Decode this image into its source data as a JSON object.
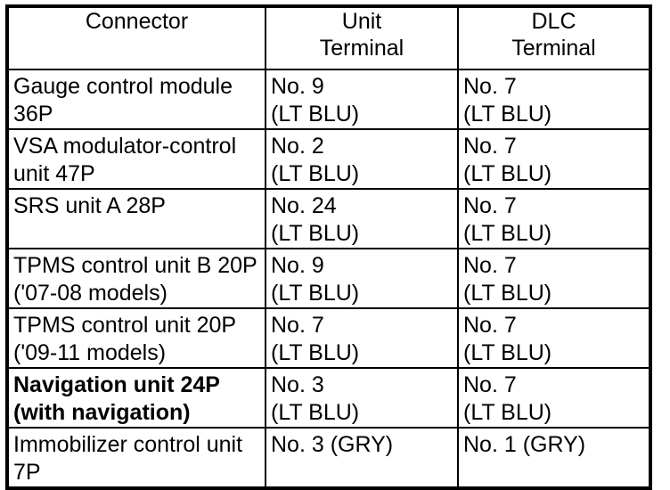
{
  "table": {
    "columns": [
      {
        "key": "connector",
        "label": "Connector",
        "label_lines": [
          "Connector"
        ]
      },
      {
        "key": "unit_terminal",
        "label": "Unit Terminal",
        "label_lines": [
          "Unit",
          "Terminal"
        ]
      },
      {
        "key": "dlc_terminal",
        "label": "DLC Terminal",
        "label_lines": [
          "DLC",
          "Terminal"
        ]
      }
    ],
    "rows": [
      {
        "bold": false,
        "connector_lines": [
          "Gauge control module",
          "36P"
        ],
        "unit_terminal_lines": [
          "No. 9",
          "(LT BLU)"
        ],
        "dlc_terminal_lines": [
          "No. 7",
          "(LT BLU)"
        ]
      },
      {
        "bold": false,
        "connector_lines": [
          "VSA modulator-control",
          "unit 47P"
        ],
        "unit_terminal_lines": [
          "No. 2",
          "(LT BLU)"
        ],
        "dlc_terminal_lines": [
          "No. 7",
          "(LT BLU)"
        ]
      },
      {
        "bold": false,
        "connector_lines": [
          "SRS unit A 28P",
          ""
        ],
        "unit_terminal_lines": [
          "No. 24",
          "(LT BLU)"
        ],
        "dlc_terminal_lines": [
          "No. 7",
          "(LT BLU)"
        ]
      },
      {
        "bold": false,
        "connector_lines": [
          "TPMS control unit B 20P",
          "('07-08 models)"
        ],
        "unit_terminal_lines": [
          "No. 9",
          "(LT BLU)"
        ],
        "dlc_terminal_lines": [
          "No. 7",
          "(LT BLU)"
        ]
      },
      {
        "bold": false,
        "connector_lines": [
          "TPMS control unit 20P",
          "('09-11 models)"
        ],
        "unit_terminal_lines": [
          "No. 7",
          "(LT BLU)"
        ],
        "dlc_terminal_lines": [
          "No. 7",
          "(LT BLU)"
        ]
      },
      {
        "bold": true,
        "connector_lines": [
          "Navigation unit 24P",
          "(with navigation)"
        ],
        "unit_terminal_lines": [
          "No. 3",
          "(LT BLU)"
        ],
        "dlc_terminal_lines": [
          "No. 7",
          "(LT BLU)"
        ]
      },
      {
        "bold": false,
        "connector_lines": [
          "Immobilizer control unit",
          "7P"
        ],
        "unit_terminal_lines": [
          "No. 3 (GRY)",
          ""
        ],
        "dlc_terminal_lines": [
          "No. 1 (GRY)",
          ""
        ]
      }
    ]
  },
  "colors": {
    "background": "#ffffff",
    "text": "#000000",
    "border": "#000000"
  }
}
